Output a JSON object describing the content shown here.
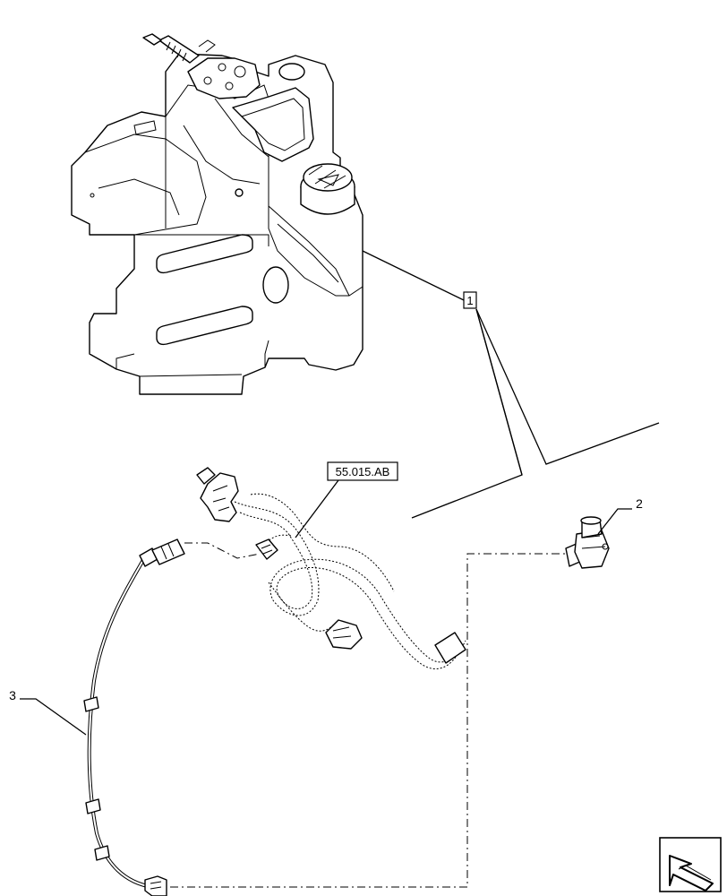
{
  "callouts": {
    "item_1": "1",
    "item_2": "2",
    "item_3": "3",
    "reference": "55.015.AB"
  }
}
